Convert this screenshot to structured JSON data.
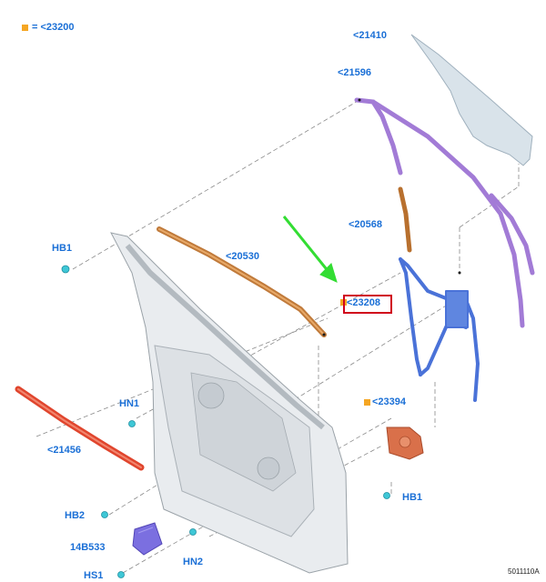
{
  "legend": {
    "text": "= <23200",
    "marker_color": "#f5a623"
  },
  "labels": {
    "p21410": "<21410",
    "p21596": "<21596",
    "p20568": "<20568",
    "p20530": "<20530",
    "p23208": "<23208",
    "p23394": "<23394",
    "p21456": "<21456",
    "hb1_top": "HB1",
    "hn1": "HN1",
    "hb1_right": "HB1",
    "hb2": "HB2",
    "p14b533": "14B533",
    "hn2": "HN2",
    "hs1": "HS1",
    "ref": "5011110A"
  },
  "colors": {
    "label": "#1a6fd6",
    "glass": "#d9e3ea",
    "run_channel": "#a27bd6",
    "belt_moulding_inner": "#c07a3a",
    "regulator": "#4a72d8",
    "motor": "#d9704a",
    "weatherstrip": "#e0452d",
    "module": "#7b6fe0",
    "door_panel": "#e9ecef",
    "arrow": "#33dd33",
    "highlight": "#d0021b",
    "fastener": "#3ec7d6"
  }
}
